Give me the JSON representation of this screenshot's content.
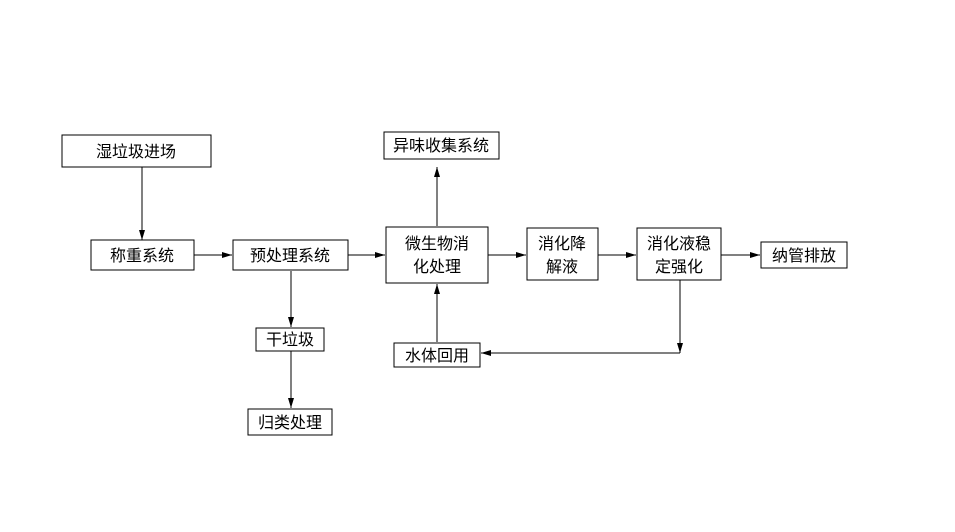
{
  "nodes": {
    "wet_waste_intake": "湿垃圾进场",
    "weighing_system": "称重系统",
    "pretreatment_system": "预处理系统",
    "dry_waste": "干垃圾",
    "classified_treatment": "归类处理",
    "odor_collection_system": "异味收集系统",
    "microbial_digestion_line1": "微生物消",
    "microbial_digestion_line2": "化处理",
    "digestate_degradation_line1": "消化降",
    "digestate_degradation_line2": "解液",
    "digestate_stabilization_line1": "消化液稳",
    "digestate_stabilization_line2": "定强化",
    "sewer_discharge": "纳管排放",
    "water_reuse": "水体回用"
  },
  "colors": {
    "stroke": "#000000",
    "background": "#ffffff"
  }
}
